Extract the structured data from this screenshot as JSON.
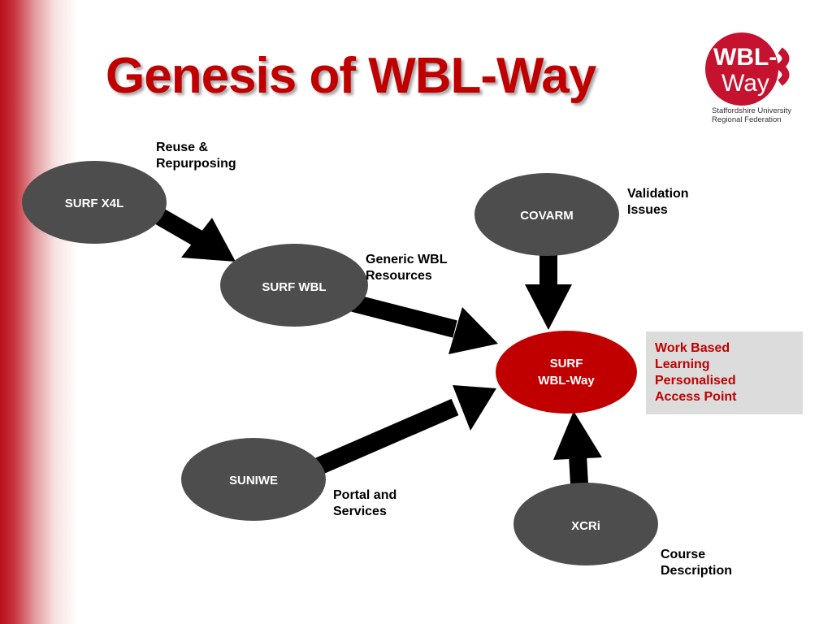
{
  "slide": {
    "title": "Genesis of WBL-Way"
  },
  "logo": {
    "line1": "WBL-",
    "line2": "Way",
    "org_line1": "Staffordshire University",
    "org_line2": "Regional Federation"
  },
  "nodes": {
    "surf_x4l": "SURF X4L",
    "surf_wbl": "SURF WBL",
    "covarm": "COVARM",
    "surf_wblway_line1": "SURF",
    "surf_wblway_line2": "WBL-Way",
    "suniwe": "SUNIWE",
    "xcri": "XCRi"
  },
  "annotations": {
    "reuse": [
      "Reuse &",
      "Repurposing"
    ],
    "generic": [
      "Generic WBL",
      "Resources"
    ],
    "validation": [
      "Validation",
      "Issues"
    ],
    "portal": [
      "Portal and",
      "Services"
    ],
    "course": [
      "Course",
      "Description"
    ]
  },
  "access_point": [
    "Work Based",
    "Learning",
    "Personalised",
    "Access Point"
  ],
  "colors": {
    "node_grey": "#4d4d4d",
    "node_red": "#c00000",
    "title_red": "#c00000",
    "box_grey": "#dcdcdc"
  }
}
